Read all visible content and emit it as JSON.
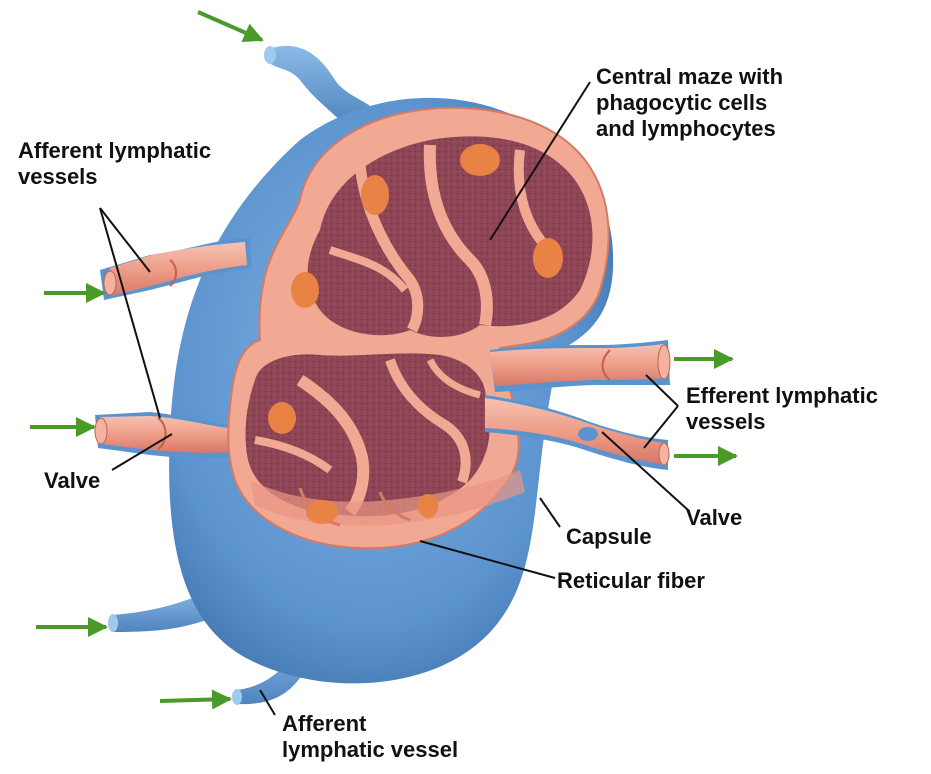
{
  "labels": {
    "central_maze": "Central maze with\nphagocytic cells\nand lymphocytes",
    "afferent_vessels": "Afferent lymphatic\nvessels",
    "efferent_vessels": "Efferent lymphatic\nvessels",
    "valve_left": "Valve",
    "valve_right": "Valve",
    "capsule": "Capsule",
    "reticular_fiber": "Reticular fiber",
    "afferent_vessel": "Afferent\nlymphatic vessel"
  },
  "colors": {
    "vessel_blue": "#5b93cf",
    "tissue_pink": "#eea08c",
    "maze_dark": "#8e4657",
    "nodule_orange": "#e98245",
    "flow_arrow_green": "#4a9a2a",
    "leader_line": "#111111"
  }
}
